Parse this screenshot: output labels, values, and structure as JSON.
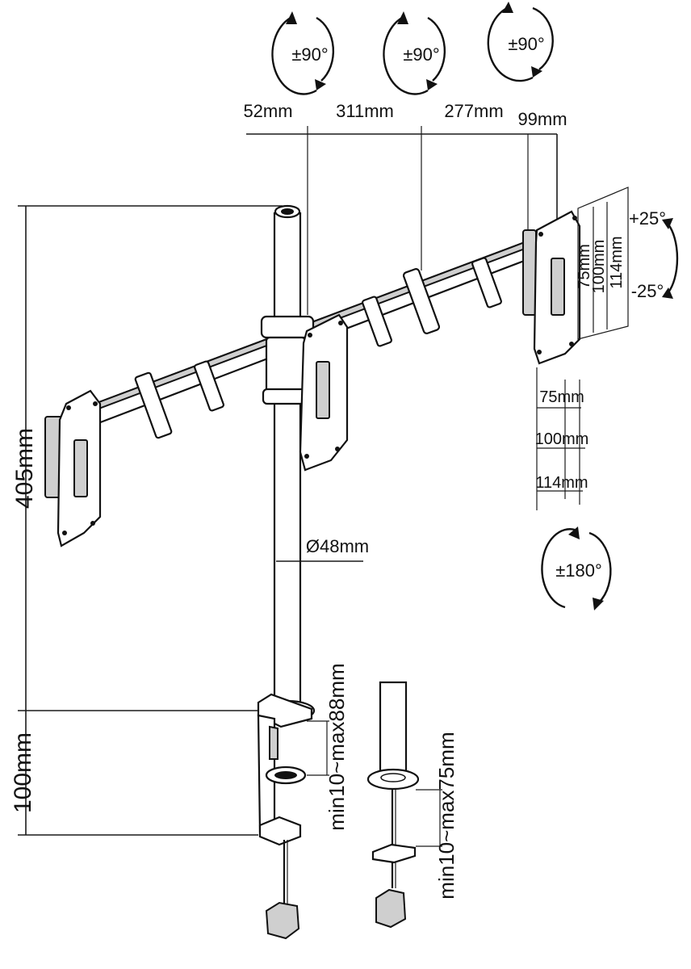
{
  "dims": {
    "top_arm_a": "52mm",
    "top_arm_b": "311mm",
    "top_arm_c": "277mm",
    "top_arm_d": "99mm",
    "pole_height": "405mm",
    "pole_diameter": "Ø48mm",
    "clamp_height": "100mm",
    "clamp_range": "min10~max88mm",
    "grommet_range": "min10~max75mm",
    "vesa_side_75": "75mm",
    "vesa_side_100": "100mm",
    "vesa_side_114": "114mm",
    "vesa_bottom_75": "75mm",
    "vesa_bottom_100": "100mm",
    "vesa_bottom_114": "114mm"
  },
  "rotations": {
    "swivel_left": "±90°",
    "swivel_mid": "±90°",
    "swivel_right": "±90°",
    "rotate": "±180°",
    "tilt_up": "+25°",
    "tilt_down": "-25°"
  }
}
